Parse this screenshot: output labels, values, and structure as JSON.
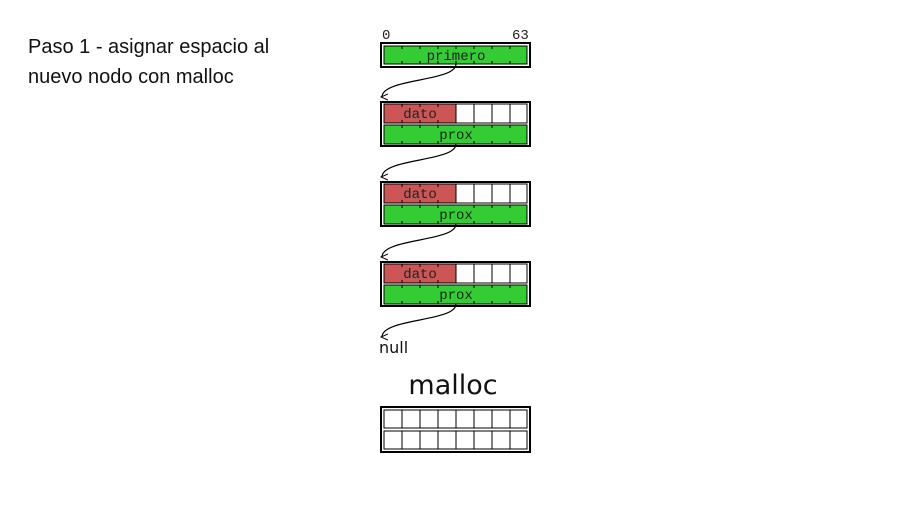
{
  "step_text": {
    "line1": "Paso 1 - asignar espacio al",
    "line2": "nuevo nodo con malloc"
  },
  "head": {
    "bit_start": "0",
    "bit_end": "63",
    "label": "primero"
  },
  "nodes": [
    {
      "data_label": "dato",
      "next_label": "prox"
    },
    {
      "data_label": "dato",
      "next_label": "prox"
    },
    {
      "data_label": "dato",
      "next_label": "prox"
    }
  ],
  "null_label": "null",
  "malloc_label": "malloc",
  "colors": {
    "pointer_green": "#33cc33",
    "data_red": "#cc5555",
    "outline": "#000000"
  }
}
